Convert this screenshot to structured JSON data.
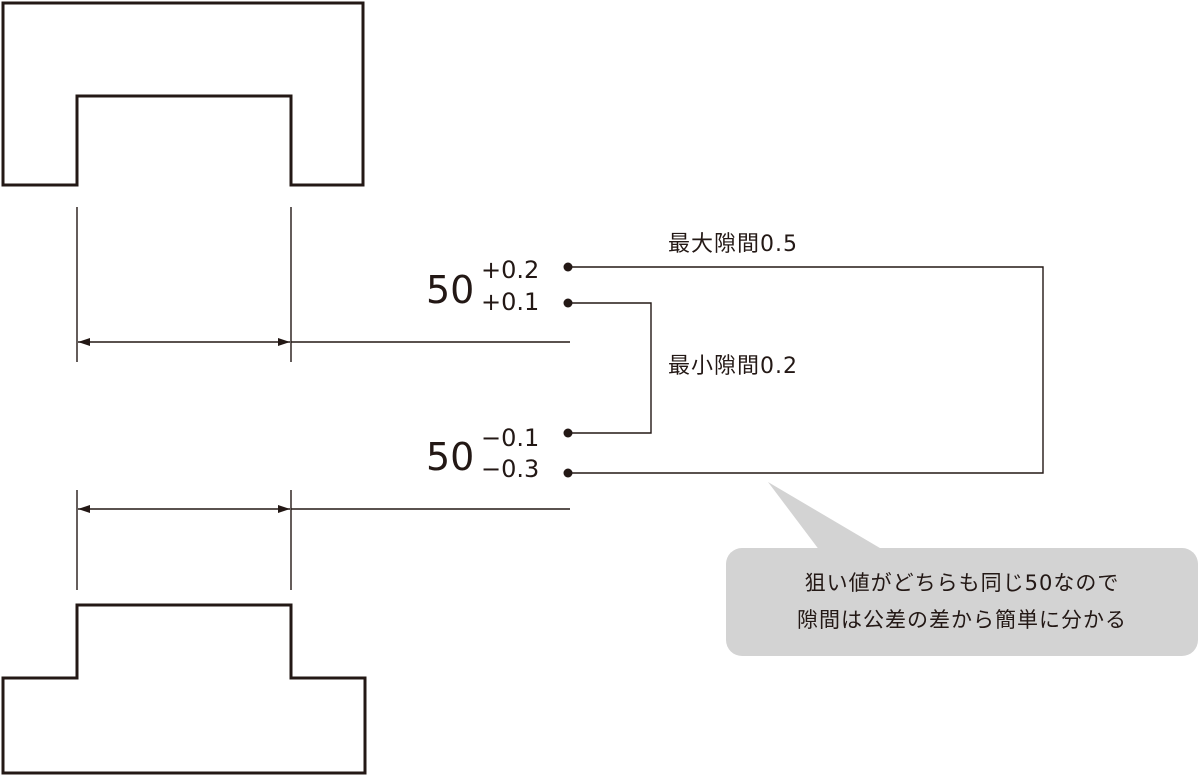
{
  "hole": {
    "nominal": "50",
    "upper_deviation": "+0.2",
    "lower_deviation": "+0.1"
  },
  "shaft": {
    "nominal": "50",
    "upper_deviation": "−0.1",
    "lower_deviation": "−0.3"
  },
  "labels": {
    "max_clearance": "最大隙間0.5",
    "min_clearance": "最小隙間0.2"
  },
  "callout": {
    "line1": "狙い値がどちらも同じ50なので",
    "line2": "隙間は公差の差から簡単に分かる"
  }
}
